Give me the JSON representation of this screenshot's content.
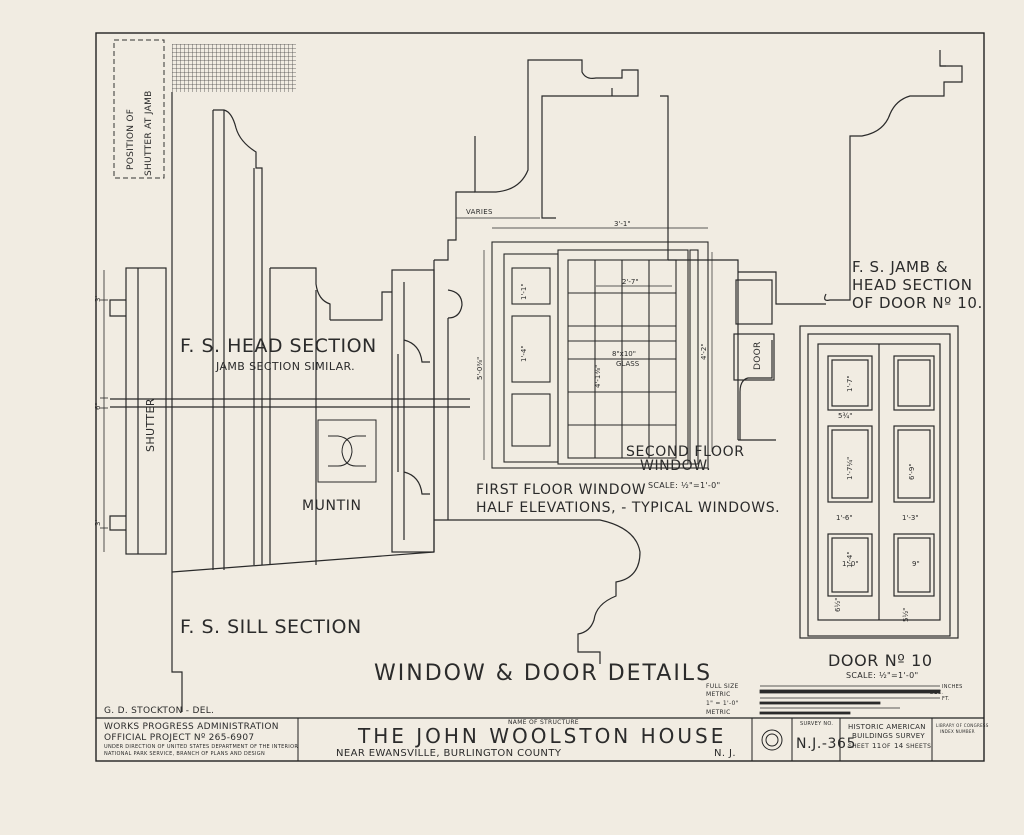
{
  "labels": {
    "position_shutter_1": "POSITION OF",
    "position_shutter_2": "SHUTTER AT JAMB",
    "fs_head_section": "F. S. HEAD SECTION",
    "jamb_section_similar": "JAMB SECTION SIMILAR.",
    "shutter": "SHUTTER",
    "muntin": "MUNTIN",
    "fs_sill_section": "F. S. SILL SECTION",
    "varies": "VARIES",
    "second_floor_1": "SECOND FLOOR",
    "second_floor_2": "WINDOW.",
    "scale_window": "SCALE: ½\"=1'-0\"",
    "first_floor_window": "FIRST FLOOR WINDOW",
    "half_elevations": "HALF ELEVATIONS, - TYPICAL WINDOWS.",
    "fs_jamb_1": "F. S. JAMB &",
    "fs_jamb_2": "HEAD SECTION",
    "fs_jamb_3": "OF DOOR Nº 10.",
    "door_vertical": "DOOR",
    "door_no": "DOOR Nº 10",
    "door_scale": "SCALE: ½\"=1'-0\"",
    "window_door_details": "WINDOW & DOOR DETAILS",
    "glass": "GLASS",
    "delineator": "G. D. STOCKTON - DEL."
  },
  "dimensions": {
    "d_3ft": "3'",
    "d_6in": "6\"",
    "d_3ft_b": "3'",
    "d_3_1": "3'-1\"",
    "d_2_7": "2'-7\"",
    "d_5_0": "5'-0⅜\"",
    "d_4_1": "4'-1⅜\"",
    "d_4_2": "4'-2\"",
    "d_1_4": "1'-4\"",
    "d_1_1": "1'-1\"",
    "d_8x10": "8\"x10\"",
    "d_1_7": "1'-7\"",
    "d_5_3": "5¾\"",
    "d_1_7b": "1'-7¼\"",
    "d_1_6": "1'-6\"",
    "d_1_3": "1'-3\"",
    "d_6_9": "6'-9\"",
    "d_1_4b": "1'-4\"",
    "d_1_0": "1'-0\"",
    "d_9": "9\"",
    "d_6_5": "6½\"",
    "d_5_5": "5½\""
  },
  "title_block": {
    "wpa_1": "WORKS PROGRESS ADMINISTRATION",
    "wpa_2": "OFFICIAL PROJECT Nº 265-6907",
    "wpa_3": "UNDER DIRECTION OF UNITED STATES DEPARTMENT OF THE INTERIOR",
    "wpa_4": "NATIONAL PARK SERVICE, BRANCH OF PLANS AND DESIGN",
    "name_of_structure": "NAME OF STRUCTURE",
    "house_name": "THE JOHN WOOLSTON HOUSE",
    "location_1": "NEAR   EWANSVILLE,  BURLINGTON   COUNTY",
    "location_2": "N. J.",
    "survey_no_label": "SURVEY NO.",
    "survey_no": "N.J.-365",
    "habs_1": "HISTORIC AMERICAN",
    "habs_2": "BUILDINGS SURVEY",
    "sheet_prefix": "SHEET",
    "sheet_no": "11",
    "sheet_of": "OF",
    "sheet_total": "14",
    "sheet_suffix": "SHEETS",
    "library_1": "LIBRARY OF CONGRESS",
    "library_2": "INDEX NUMBER"
  },
  "scale_bar": {
    "full_size": "FULL SIZE",
    "metric": "METRIC",
    "one_inch": "1\" = 1'-0\"",
    "metric2": "METRIC",
    "inches": "INCHES",
    "ft": "FT.",
    "dec": "DEC."
  },
  "colors": {
    "paper": "#f1ece2",
    "ink": "#2b2b2b",
    "hatch": "#5a5a5a"
  }
}
